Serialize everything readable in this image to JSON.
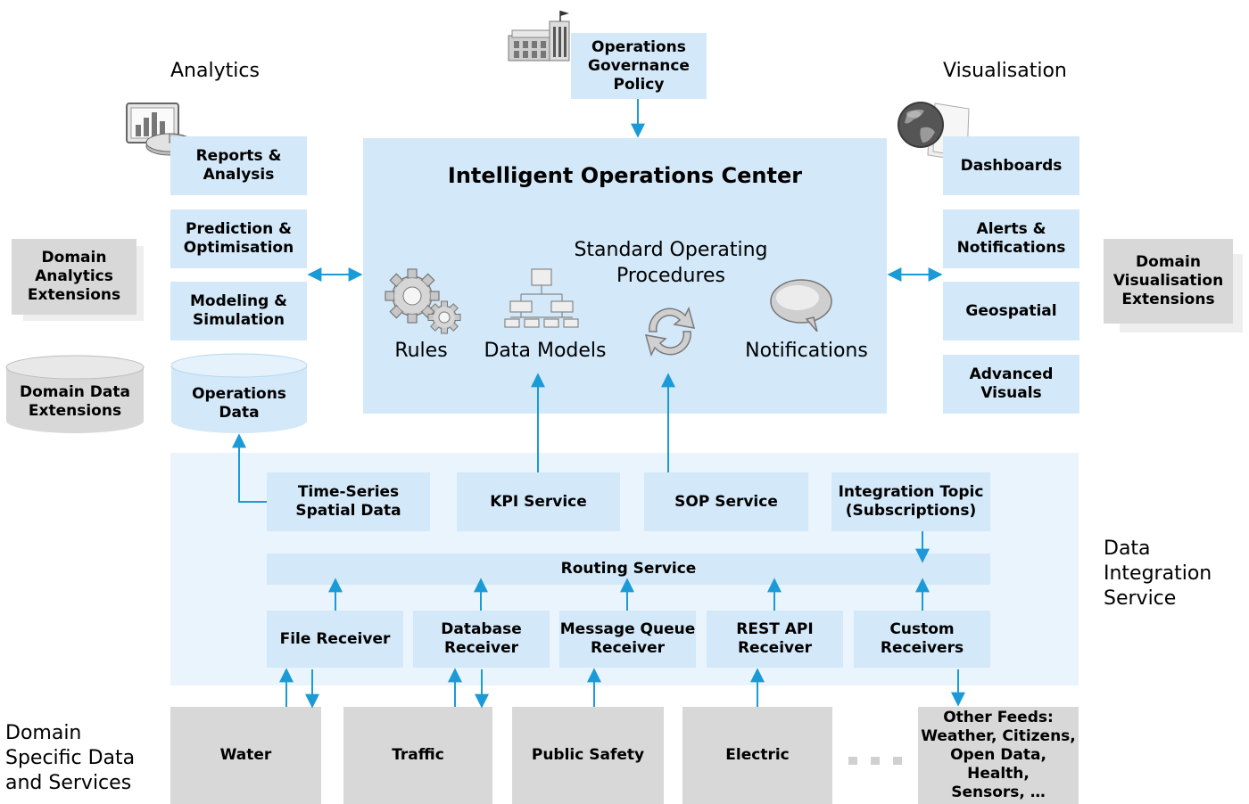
{
  "section_labels": {
    "analytics": "Analytics",
    "visualisation": "Visualisation",
    "data_integration": "Data\nIntegration\nService",
    "domain_specific": "Domain\nSpecific Data\nand Services"
  },
  "governance": "Operations\nGovernance\nPolicy",
  "ioc": {
    "title": "Intelligent Operations Center",
    "sop": "Standard Operating\nProcedures",
    "rules": "Rules",
    "data_models": "Data Models",
    "notifications": "Notifications"
  },
  "analytics_boxes": [
    "Reports &\nAnalysis",
    "Prediction &\nOptimisation",
    "Modeling &\nSimulation"
  ],
  "visualisation_boxes": [
    "Dashboards",
    "Alerts &\nNotifications",
    "Geospatial",
    "Advanced\nVisuals"
  ],
  "domain_analytics_ext": "Domain\nAnalytics\nExtensions",
  "domain_visualisation_ext": "Domain\nVisualisation\nExtensions",
  "domain_data_ext": "Domain Data\nExtensions",
  "operations_data": "Operations\nData",
  "services": [
    "Time-Series\nSpatial Data",
    "KPI Service",
    "SOP Service",
    "Integration Topic\n(Subscriptions)"
  ],
  "routing_service": "Routing Service",
  "receivers": [
    "File Receiver",
    "Database\nReceiver",
    "Message Queue\nReceiver",
    "REST API\nReceiver",
    "Custom\nReceivers"
  ],
  "domains": [
    "Water",
    "Traffic",
    "Public Safety",
    "Electric"
  ],
  "other_feeds": "Other Feeds:\nWeather, Citizens,\nOpen Data, Health,\nSensors, …",
  "colors": {
    "box_blue": "#d3e8f8",
    "panel_blue": "#eaf4fc",
    "gray": "#d8d8d8",
    "arrow": "#1a9ad6"
  }
}
